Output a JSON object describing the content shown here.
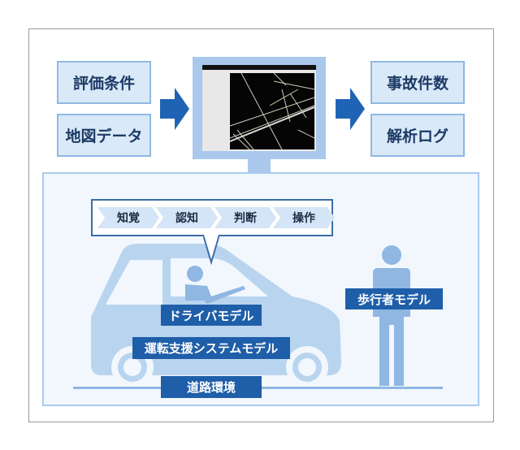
{
  "inputs": [
    "評価条件",
    "地図データ"
  ],
  "outputs": [
    "事故件数",
    "解析ログ"
  ],
  "process_steps": [
    "知覚",
    "認知",
    "判断",
    "操作"
  ],
  "models": {
    "driver": "ドライバモデル",
    "assist": "運転支援システムモデル",
    "road": "道路環境",
    "pedestrian": "歩行者モデル"
  },
  "colors": {
    "box_fill": "#dae9f7",
    "label_blue": "#1f5ea8",
    "arrow_blue": "#1f64b4",
    "monitor": "#a9c8ec"
  }
}
